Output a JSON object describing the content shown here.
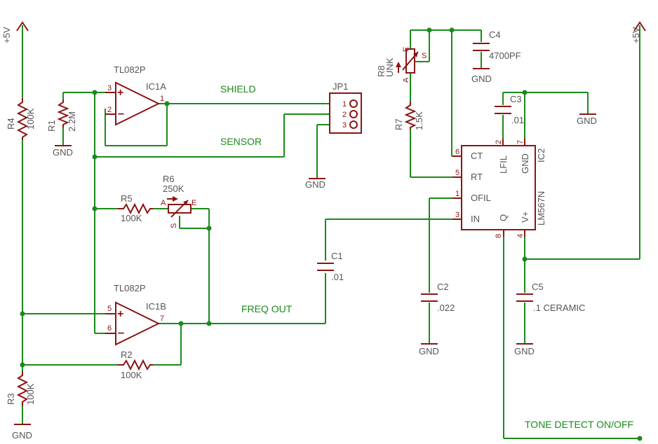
{
  "supplies": {
    "vcc_left": "+5V",
    "vcc_right": "+5V"
  },
  "grounds": {
    "r1": "GND",
    "jp1": "GND",
    "r3": "GND",
    "c4": "GND",
    "c3": "GND",
    "c2": "GND",
    "c5": "GND"
  },
  "opamps": {
    "ic1a": {
      "type": "TL082P",
      "name": "IC1A",
      "pin_noninv": "3",
      "pin_inv": "2",
      "pin_out": "1"
    },
    "ic1b": {
      "type": "TL082P",
      "name": "IC1B",
      "pin_noninv": "5",
      "pin_inv": "6",
      "pin_out": "7"
    }
  },
  "resistors": {
    "r1": {
      "name": "R1",
      "value": "2.2M"
    },
    "r2": {
      "name": "R2",
      "value": "100K"
    },
    "r3": {
      "name": "R3",
      "value": "100K"
    },
    "r4": {
      "name": "R4",
      "value": "100K"
    },
    "r5": {
      "name": "R5",
      "value": "100K"
    },
    "r7": {
      "name": "R7",
      "value": "1.5K"
    }
  },
  "pots": {
    "r6": {
      "name": "R6",
      "value": "250K",
      "pin_a": "A",
      "pin_e": "E",
      "pin_s": "S"
    },
    "r8": {
      "name": "R8",
      "value": "UNK",
      "pin_a": "A",
      "pin_e": "E",
      "pin_s": "S"
    }
  },
  "capacitors": {
    "c1": {
      "name": "C1",
      "value": ".01"
    },
    "c2": {
      "name": "C2",
      "value": ".022"
    },
    "c3": {
      "name": "C3",
      "value": ".01"
    },
    "c4": {
      "name": "C4",
      "value": "4700PF"
    },
    "c5": {
      "name": "C5",
      "value": ".1 CERAMIC"
    }
  },
  "connector": {
    "name": "JP1",
    "pins": [
      "1",
      "2",
      "3"
    ]
  },
  "ic2": {
    "name": "IC2",
    "part": "LM567N",
    "pins": {
      "ct": {
        "num": "6",
        "label": "CT"
      },
      "rt": {
        "num": "5",
        "label": "RT"
      },
      "ofil": {
        "num": "1",
        "label": "OFIL"
      },
      "in": {
        "num": "3",
        "label": "IN"
      },
      "lfil": {
        "num": "2",
        "label": "LFIL"
      },
      "gnd": {
        "num": "7",
        "label": "GND"
      },
      "q": {
        "num": "8",
        "label": "Q"
      },
      "vplus": {
        "num": "4",
        "label": "V+"
      }
    }
  },
  "nets": {
    "shield": "SHIELD",
    "sensor": "SENSOR",
    "freq_out": "FREQ OUT",
    "tone_detect": "TONE DETECT ON/OFF"
  },
  "colors": {
    "wire": "#1a8a1a",
    "part": "#8b1414",
    "label": "#555555"
  }
}
